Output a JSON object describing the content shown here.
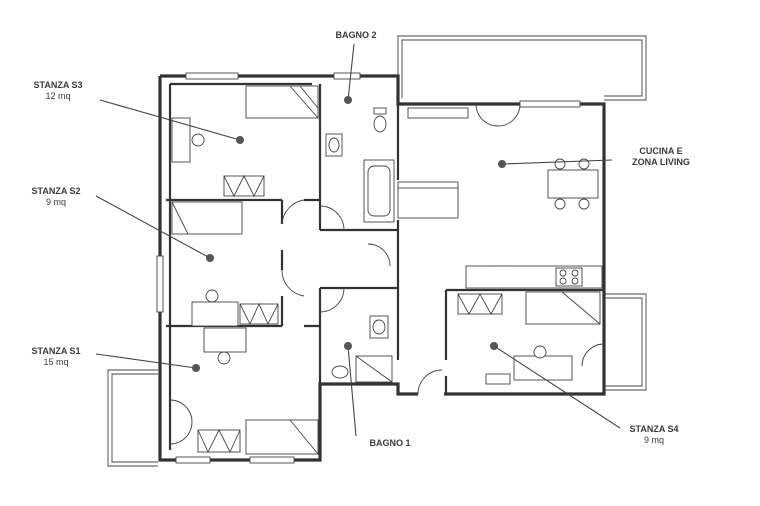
{
  "rooms": {
    "s3": {
      "name": "STANZA S3",
      "area": "12 mq"
    },
    "s2": {
      "name": "STANZA S2",
      "area": "9 mq"
    },
    "s1": {
      "name": "STANZA S1",
      "area": "15 mq"
    },
    "s4": {
      "name": "STANZA S4",
      "area": "9 mq"
    },
    "bagno2": {
      "name": "BAGNO 2"
    },
    "bagno1": {
      "name": "BAGNO 1"
    },
    "cucina": {
      "name_line1": "CUCINA E",
      "name_line2": "ZONA LIVING"
    }
  },
  "colors": {
    "wall": "#333333",
    "text": "#3a3a3a",
    "marker": "#555555",
    "background": "#ffffff"
  },
  "icons": [
    "bed-icon",
    "desk-icon",
    "chair-icon",
    "wardrobe-icon",
    "toilet-icon",
    "sink-icon",
    "bathtub-icon",
    "shower-icon",
    "stove-icon",
    "door-icon",
    "window-icon"
  ]
}
